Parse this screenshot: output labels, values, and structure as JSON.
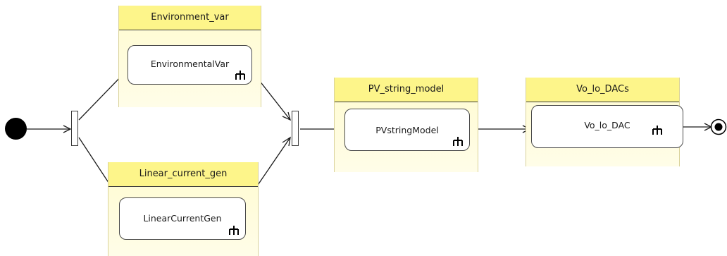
{
  "diagram": {
    "partitions": [
      {
        "id": "env",
        "title": "Environment_var",
        "action": "EnvironmentalVar"
      },
      {
        "id": "lin",
        "title": "Linear_current_gen",
        "action": "LinearCurrentGen"
      },
      {
        "id": "pv",
        "title": "PV_string_model",
        "action": "PVstringModel"
      },
      {
        "id": "dac",
        "title": "Vo_lo_DACs",
        "action": "Vo_lo_DAC"
      }
    ],
    "colors": {
      "partition_header": "#fdf58a",
      "partition_body": "#fffbd0",
      "node": "#000000",
      "edge": "#1a1a1a"
    },
    "icons": [
      "call-behavior-rake-icon"
    ]
  }
}
